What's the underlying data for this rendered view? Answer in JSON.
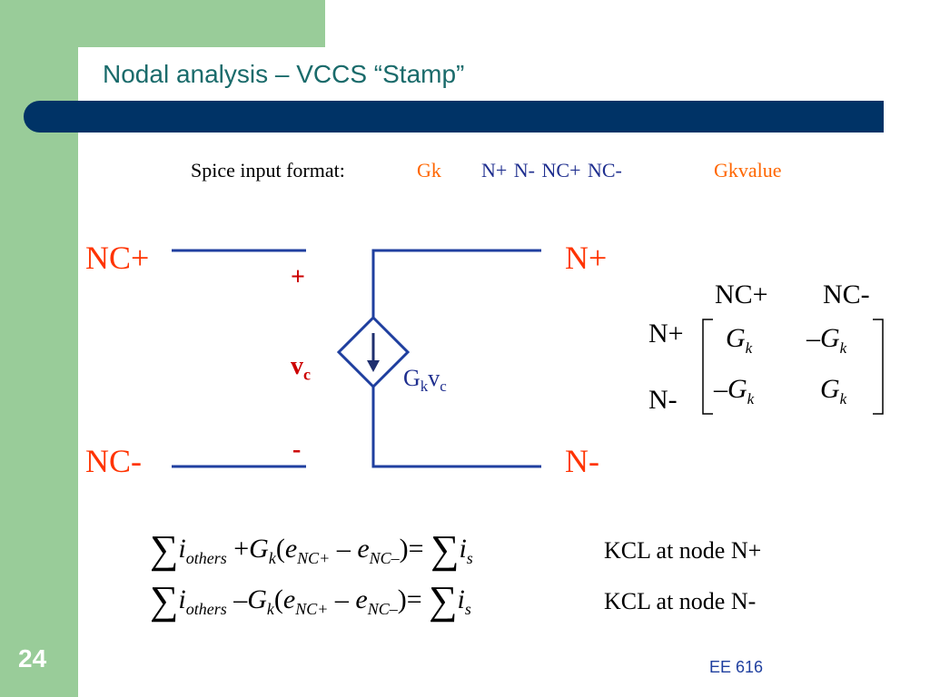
{
  "slide": {
    "title": "Nodal analysis – VCCS “Stamp”",
    "page_number": "24",
    "footer": "EE 616"
  },
  "spice": {
    "label": "Spice input format:",
    "element": "Gk",
    "nodes": "N+  N-  NC+  NC-",
    "value": "Gkvalue"
  },
  "circuit": {
    "nc_plus": "NC+",
    "nc_minus": "NC-",
    "n_plus": "N+",
    "n_minus": "N-",
    "plus_sign": "+",
    "minus_sign": "-",
    "vc_main": "v",
    "vc_sub": "c",
    "source_g": "G",
    "source_k": "k",
    "source_v": "v",
    "source_c": "c"
  },
  "matrix": {
    "col1": "NC+",
    "col2": "NC-",
    "row1": "N+",
    "row2": "N-",
    "entries": [
      {
        "sign": "",
        "sym": "G",
        "sub": "k"
      },
      {
        "sign": "–",
        "sym": "G",
        "sub": "k"
      },
      {
        "sign": "–",
        "sym": "G",
        "sub": "k"
      },
      {
        "sign": "",
        "sym": "G",
        "sub": "k"
      }
    ]
  },
  "equations": [
    {
      "op": "+",
      "label": "KCL at node N+"
    },
    {
      "op": "–",
      "label": "KCL at node N-"
    }
  ],
  "eq_parts": {
    "sum": "∑",
    "i": "i",
    "others": "others",
    "G": "G",
    "k": "k",
    "e": "e",
    "ncp": "NC+",
    "ncm": "NC–",
    "minus": "–",
    "eq": "=",
    "s": "s",
    "lpar": "(",
    "rpar": ")"
  },
  "colors": {
    "green": "#99cc99",
    "navy_bar": "#003366",
    "title": "#1a6b6b",
    "node_label": "#ff3300",
    "spice_orange": "#ff6600"
  }
}
